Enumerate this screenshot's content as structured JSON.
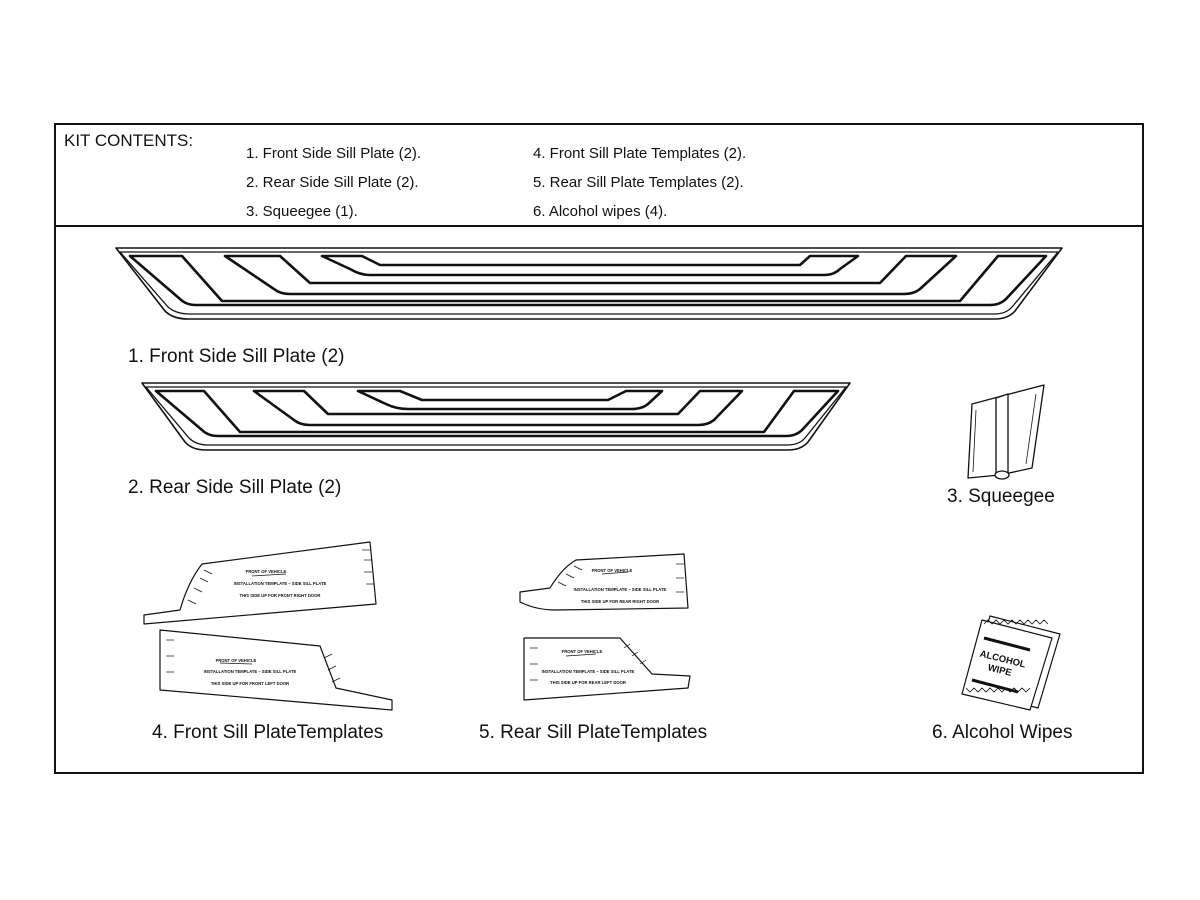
{
  "kit": {
    "title": "KIT CONTENTS:",
    "left_items": [
      "1. Front Side Sill Plate (2).",
      "2. Rear Side Sill Plate (2).",
      "3. Squeegee (1)."
    ],
    "right_items": [
      "4. Front Sill Plate Templates (2).",
      "5. Rear Sill Plate Templates (2).",
      "6. Alcohol wipes (4)."
    ]
  },
  "captions": {
    "front_sill": "1. Front Side Sill Plate (2)",
    "rear_sill": "2. Rear Side Sill Plate (2)",
    "squeegee": "3. Squeegee",
    "front_templates": "4. Front Sill PlateTemplates",
    "rear_templates": "5. Rear Sill PlateTemplates",
    "alcohol_wipes": "6. Alcohol Wipes"
  },
  "template_text": {
    "front_right": {
      "arrow": "FRONT OF VEHICLE",
      "line1": "INSTALLATION TEMPLATE – SIDE SILL PLATE",
      "line2": "THIS SIDE UP FOR FRONT RIGHT DOOR"
    },
    "front_left": {
      "arrow": "FRONT OF VEHICLE",
      "line1": "INSTALLATION TEMPLATE – SIDE SILL PLATE",
      "line2": "THIS SIDE UP FOR FRONT LEFT DOOR"
    },
    "rear_right": {
      "arrow": "FRONT OF VEHICLE",
      "line1": "INSTALLATION TEMPLATE – SIDE SILL PLATE",
      "line2": "THIS SIDE UP FOR REAR RIGHT DOOR"
    },
    "rear_left": {
      "arrow": "FRONT OF VEHICLE",
      "line1": "INSTALLATION TEMPLATE – SIDE SILL PLATE",
      "line2": "THIS SIDE UP FOR REAR LEFT DOOR"
    }
  },
  "wipe_label": {
    "line1": "ALCOHOL",
    "line2": "WIPE"
  }
}
